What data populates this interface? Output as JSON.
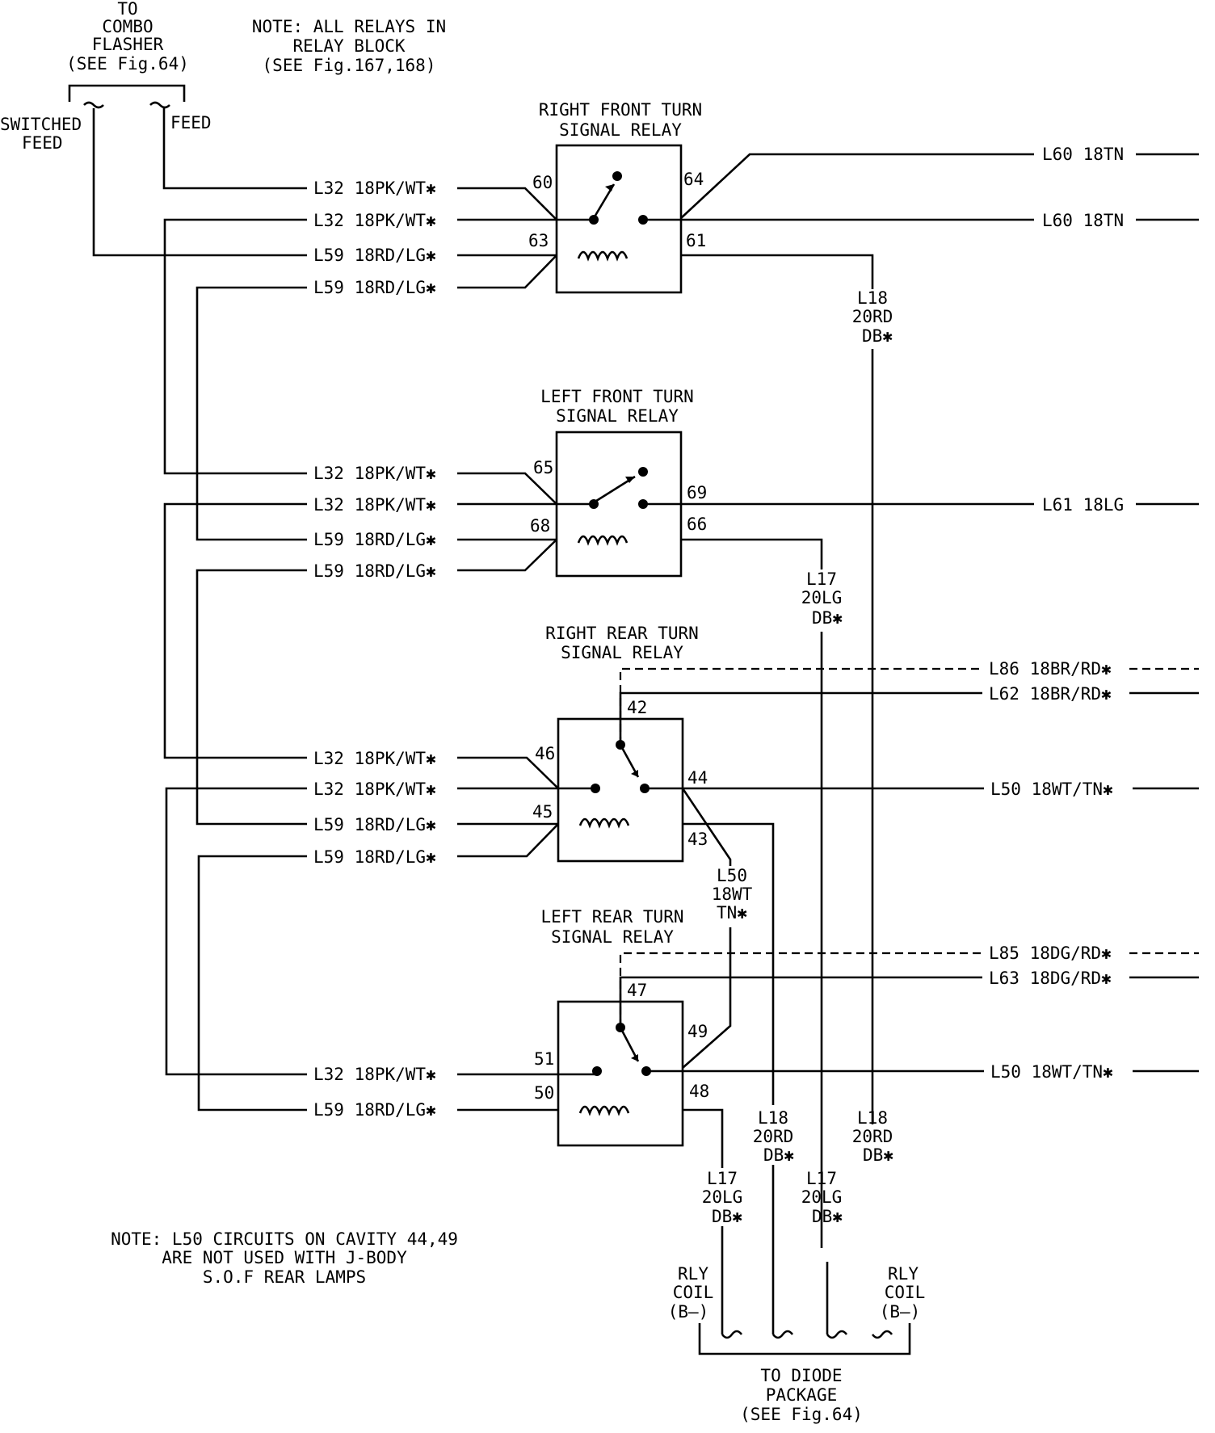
{
  "notes": {
    "combo_l1": "TO",
    "combo_l2": "COMBO",
    "combo_l3": "FLASHER",
    "combo_l4": "(SEE Fig.64)",
    "relay_block_l1": "NOTE: ALL RELAYS IN",
    "relay_block_l2": "RELAY BLOCK",
    "relay_block_l3": "(SEE Fig.167,168)",
    "switched_feed_l1": "SWITCHED",
    "switched_feed_l2": "FEED",
    "feed": "FEED",
    "l50_note_l1": "NOTE: L50 CIRCUITS ON CAVITY 44,49",
    "l50_note_l2": "ARE NOT USED WITH J-BODY",
    "l50_note_l3": "S.O.F REAR LAMPS",
    "diode_l1": "TO DIODE",
    "diode_l2": "PACKAGE",
    "diode_l3": "(SEE Fig.64)",
    "rly_left": [
      "RLY",
      "COIL",
      "(B—)"
    ],
    "rly_right": [
      "RLY",
      "COIL",
      "(B—)"
    ]
  },
  "relays": {
    "rf": {
      "title1": "RIGHT FRONT TURN",
      "title2": "SIGNAL RELAY",
      "pins": [
        "60",
        "63",
        "64",
        "61"
      ]
    },
    "lf": {
      "title1": "LEFT FRONT TURN",
      "title2": "SIGNAL RELAY",
      "pins": [
        "65",
        "68",
        "69",
        "66"
      ]
    },
    "rr": {
      "title1": "RIGHT REAR TURN",
      "title2": "SIGNAL RELAY",
      "pins": [
        "46",
        "45",
        "44",
        "43",
        "42"
      ]
    },
    "lr": {
      "title1": "LEFT REAR TURN",
      "title2": "SIGNAL RELAY",
      "pins": [
        "51",
        "50",
        "49",
        "48",
        "47"
      ]
    }
  },
  "left_wires": {
    "rf": [
      "L32 18PK/WT✱",
      "L32 18PK/WT✱",
      "L59 18RD/LG✱",
      "L59 18RD/LG✱"
    ],
    "lf": [
      "L32 18PK/WT✱",
      "L32 18PK/WT✱",
      "L59 18RD/LG✱",
      "L59 18RD/LG✱"
    ],
    "rr": [
      "L32 18PK/WT✱",
      "L32 18PK/WT✱",
      "L59 18RD/LG✱",
      "L59 18RD/LG✱"
    ],
    "lr": [
      "L32 18PK/WT✱",
      "L59 18RD/LG✱"
    ]
  },
  "right_wires": {
    "rf_1": "L60 18TN",
    "rf_2": "L60 18TN",
    "lf_1": "L61 18LG",
    "rr_dash": "L86 18BR/RD✱",
    "rr_solid": "L62 18BR/RD✱",
    "rr_out": "L50 18WT/TN✱",
    "lr_dash": "L85 18DG/RD✱",
    "lr_solid": "L63 18DG/RD✱",
    "lr_out": "L50 18WT/TN✱"
  },
  "vertical_wires": {
    "l18_upper": [
      "L18",
      "20RD",
      "DB✱"
    ],
    "l17_upper": [
      "L17",
      "20LG",
      "DB✱"
    ],
    "l50_mid": [
      "L50",
      "18WT",
      "TN✱"
    ],
    "l18_low_a": [
      "L18",
      "20RD",
      "DB✱"
    ],
    "l18_low_b": [
      "L18",
      "20RD",
      "DB✱"
    ],
    "l17_low_a": [
      "L17",
      "20LG",
      "DB✱"
    ],
    "l17_low_b": [
      "L17",
      "20LG",
      "DB✱"
    ]
  }
}
